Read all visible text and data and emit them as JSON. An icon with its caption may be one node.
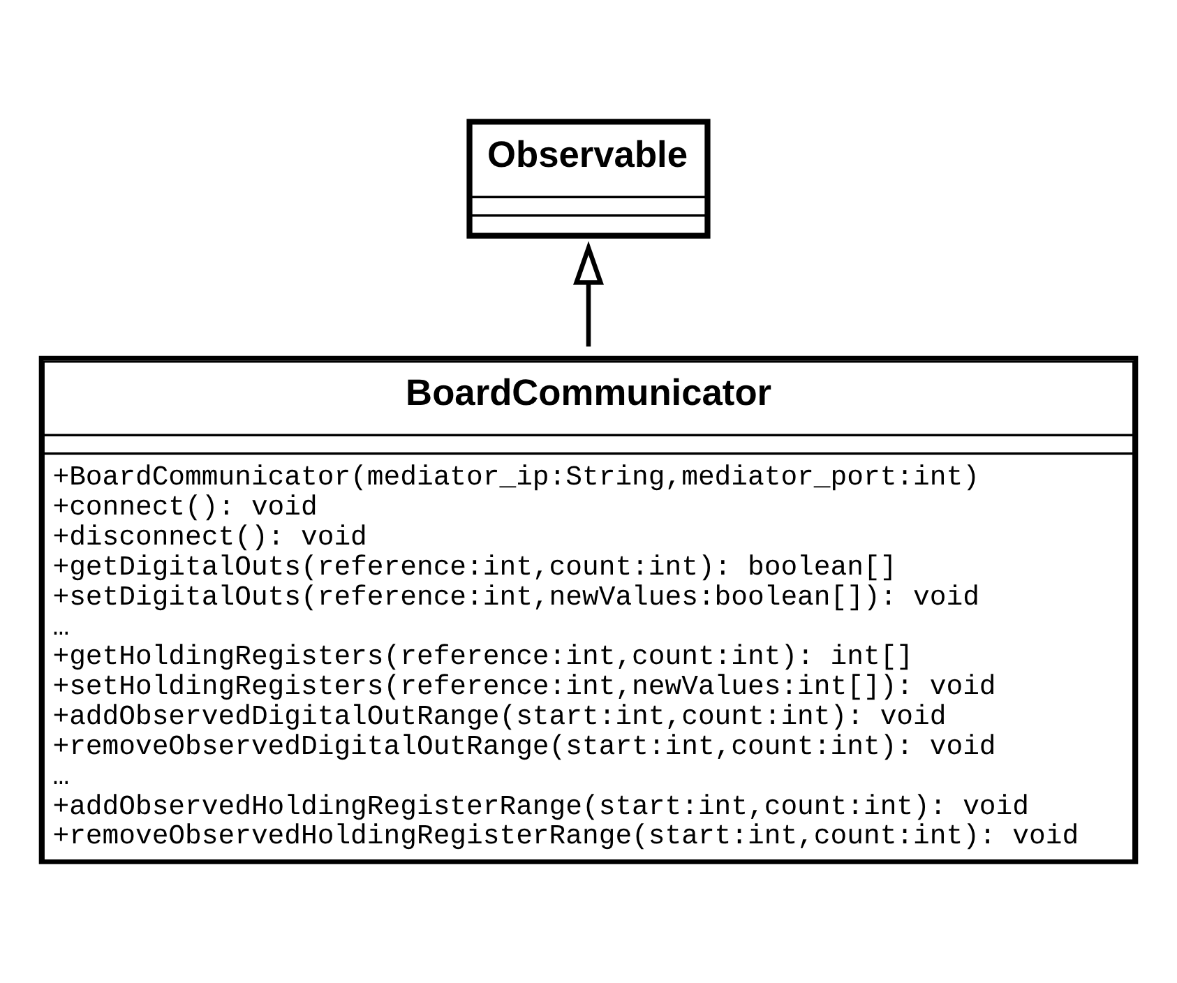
{
  "diagram": {
    "nodes": [
      {
        "text": [
          "Observable"
        ]
      },
      {
        "text": [
          "BoardCommunicator",
          "+BoardCommunicator(mediator_ip:String,mediator_port:int)",
          "+connect(): void",
          "+disconnect(): void",
          "+getDigitalOuts(reference:int,count:int): boolean[]",
          "+setDigitalOuts(reference:int,newValues:boolean[]): void",
          "…",
          "+getHoldingRegisters(reference:int,count:int): int[]",
          "+setHoldingRegisters(reference:int,newValues:int[]): void",
          "+addObservedDigitalOutRange(start:int,count:int): void",
          "+removeObservedDigitalOutRange(start:int,count:int): void",
          "…",
          "+addObservedHoldingRegisterRange(start:int,count:int): void",
          "+removeObservedHoldingRegisterRange(start:int,count:int): void"
        ]
      }
    ],
    "edges": [
      {
        "from": 1,
        "to": 0,
        "arrow": "to"
      }
    ]
  }
}
